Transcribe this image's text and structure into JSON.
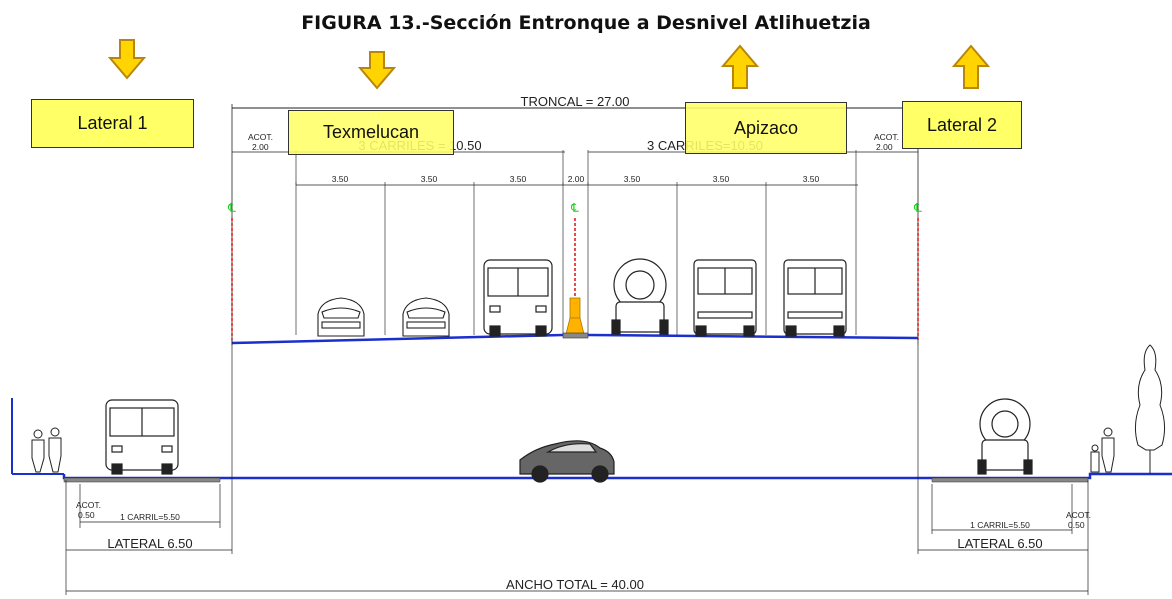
{
  "title": "FIGURA 13.-Sección Entronque a Desnivel Atlihuetzia",
  "labels": {
    "lateral1": "Lateral 1",
    "texmelucan": "Texmelucan",
    "apizaco": "Apizaco",
    "lateral2": "Lateral 2"
  },
  "dimensions": {
    "troncal": "TRONCAL  =  27.00",
    "acot_left": "ACOT.",
    "acot_left_val": "2.00",
    "acot_right": "ACOT.",
    "acot_right_val": "2.00",
    "carriles_left": "3  CARRILES  =  10.50",
    "carriles_right": "3  CARRILES=10.50",
    "lane_widths": [
      "3.50",
      "3.50",
      "3.50",
      "2.00",
      "3.50",
      "3.50",
      "3.50"
    ],
    "acot_low_left": "ACOT.",
    "acot_low_left_val": "0.50",
    "acot_low_right": "ACOT.",
    "acot_low_right_val": "0.50",
    "carril_left": "1  CARRIL=5.50",
    "carril_right": "1  CARRIL=5.50",
    "lateral_left": "LATERAL  6.50",
    "lateral_right": "LATERAL  6.50",
    "ancho_total": "ANCHO  TOTAL  =  40.00",
    "centerline_symbol": "℄"
  },
  "colors": {
    "road": "#1a2fcc",
    "centerline": "#e02020",
    "arrow_fill": "#ffd400",
    "arrow_stroke": "#b8860b",
    "label_fill": "#ffff66",
    "cl_symbol": "#22cc22"
  },
  "arrows": [
    {
      "name": "lateral1",
      "direction": "down"
    },
    {
      "name": "texmelucan",
      "direction": "down"
    },
    {
      "name": "apizaco",
      "direction": "up"
    },
    {
      "name": "lateral2",
      "direction": "up"
    }
  ]
}
